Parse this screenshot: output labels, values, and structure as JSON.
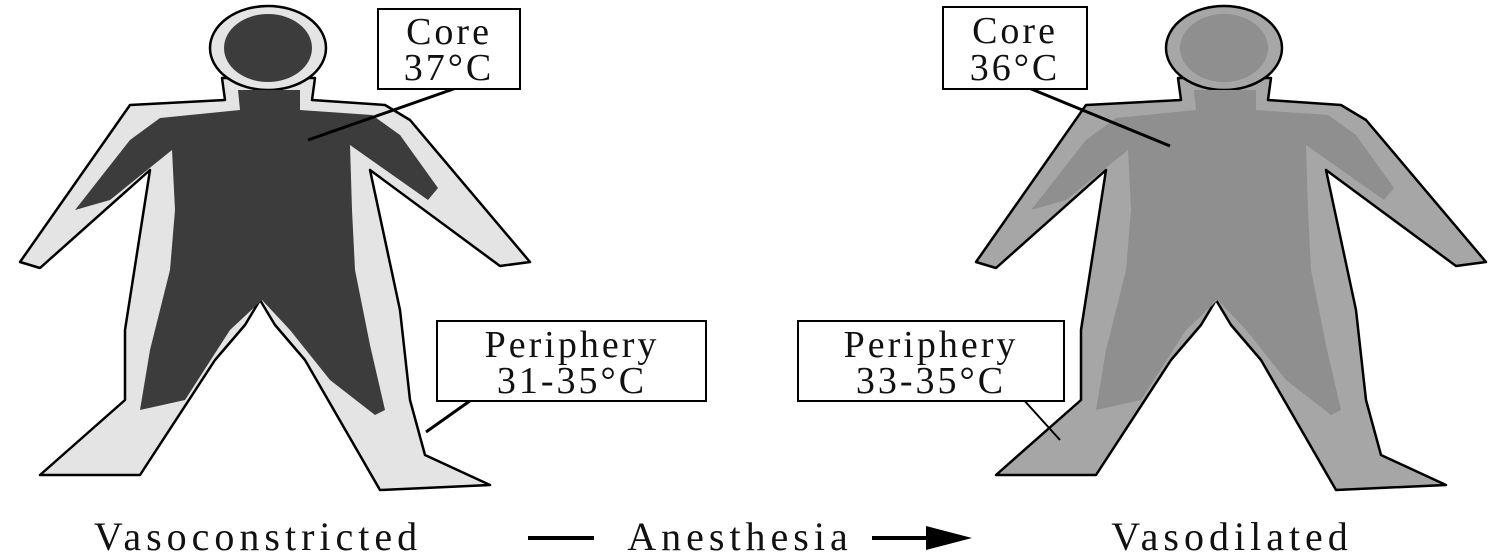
{
  "left_figure": {
    "core_label": "Core",
    "core_temp": "37°C",
    "periphery_label": "Periphery",
    "periphery_temp": "31-35°C",
    "caption": "Vasoconstricted"
  },
  "right_figure": {
    "core_label": "Core",
    "core_temp": "36°C",
    "periphery_label": "Periphery",
    "periphery_temp": "33-35°C",
    "caption": "Vasodilated"
  },
  "transition_label": "Anesthesia",
  "colors": {
    "left_periphery": "#e4e4e4",
    "left_core": "#3c3c3c",
    "right_periphery": "#a6a6a6",
    "right_core": "#8f8f8f",
    "outline": "#000000"
  }
}
